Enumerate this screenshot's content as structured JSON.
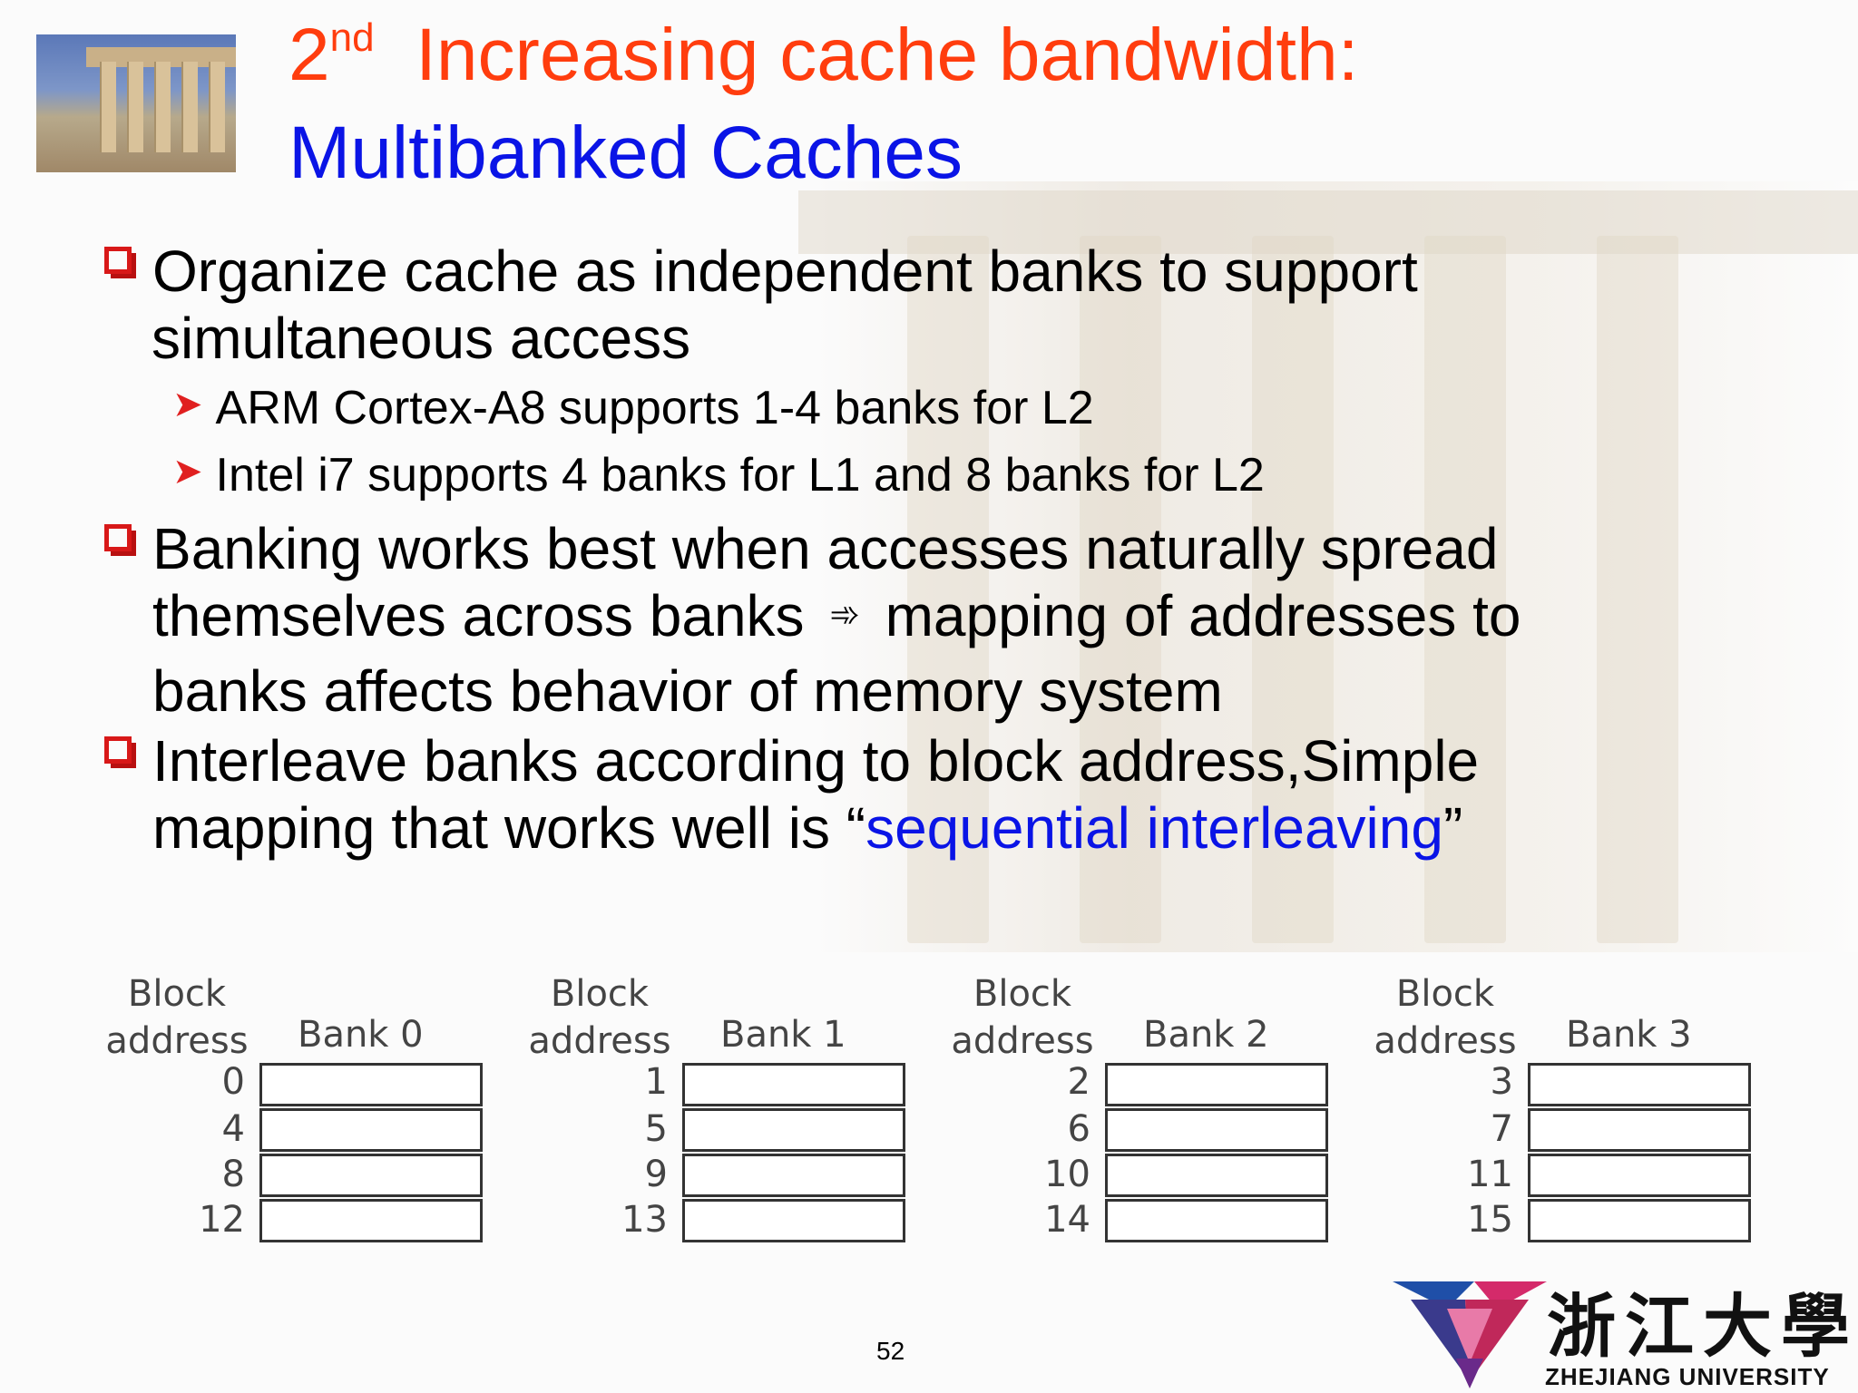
{
  "title": {
    "line1_num": "2",
    "line1_sup": "nd",
    "line1_rest": "Increasing cache bandwidth:",
    "line2": "Multibanked Caches"
  },
  "bullets": [
    {
      "line1": "Organize cache as independent banks to support",
      "line2": "simultaneous access"
    },
    {
      "line1": "Banking works best when accesses naturally spread",
      "line2_pre": "themselves across banks",
      "line2_glyph": "➾",
      "line2_post": "mapping of addresses to",
      "line3": "banks affects behavior of memory system"
    },
    {
      "line1": "Interleave banks according to block address,Simple",
      "line2_pre": "mapping that works well is “",
      "line2_highlight": "sequential interleaving",
      "line2_post": "”"
    }
  ],
  "subbullets": [
    "ARM Cortex-A8 supports 1-4 banks for L2",
    "Intel i7 supports 4 banks for L1 and 8 banks for L2"
  ],
  "figure": {
    "header_line1": "Block",
    "header_line2": "address",
    "banks": [
      {
        "name": "Bank 0",
        "addresses": [
          "0",
          "4",
          "8",
          "12"
        ]
      },
      {
        "name": "Bank 1",
        "addresses": [
          "1",
          "5",
          "9",
          "13"
        ]
      },
      {
        "name": "Bank 2",
        "addresses": [
          "2",
          "6",
          "10",
          "14"
        ]
      },
      {
        "name": "Bank 3",
        "addresses": [
          "3",
          "7",
          "11",
          "15"
        ]
      }
    ]
  },
  "page_number": "52",
  "university": {
    "chinese_name": "浙江大學",
    "english_name": "ZHEJIANG UNIVERSITY"
  },
  "colors": {
    "title_orange": "#ff3d0e",
    "title_blue": "#0a14e6",
    "bullet_red": "#d81818"
  }
}
